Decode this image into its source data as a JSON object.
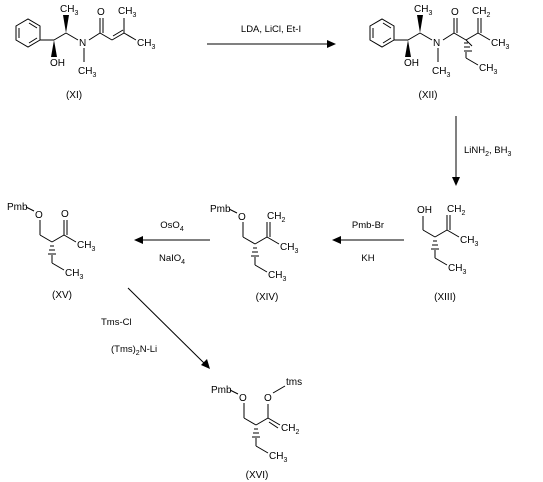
{
  "compounds": [
    {
      "id": "XI",
      "label": "(XI)"
    },
    {
      "id": "XII",
      "label": "(XII)"
    },
    {
      "id": "XIII",
      "label": "(XIII)"
    },
    {
      "id": "XIV",
      "label": "(XIV)"
    },
    {
      "id": "XV",
      "label": "(XV)"
    },
    {
      "id": "XVI",
      "label": "(XVI)"
    }
  ],
  "reactions": [
    {
      "from": "XI",
      "to": "XII",
      "conditions": [
        "LDA, LiCl, Et-I"
      ]
    },
    {
      "from": "XII",
      "to": "XIII",
      "conditions": [
        "LiNH2, BH3"
      ]
    },
    {
      "from": "XIII",
      "to": "XIV",
      "conditions": [
        "Pmb-Br",
        "KH"
      ]
    },
    {
      "from": "XIV",
      "to": "XV",
      "conditions": [
        "OsO4",
        "NaIO4"
      ]
    },
    {
      "from": "XV",
      "to": "XVI",
      "conditions": [
        "Tms-Cl",
        "(Tms)2N-Li"
      ]
    }
  ],
  "atoms": {
    "oh": "OH",
    "o": "O",
    "n": "N",
    "ch3": "CH",
    "ch2": "CH",
    "pmb": "Pmb",
    "tms": "tms"
  }
}
